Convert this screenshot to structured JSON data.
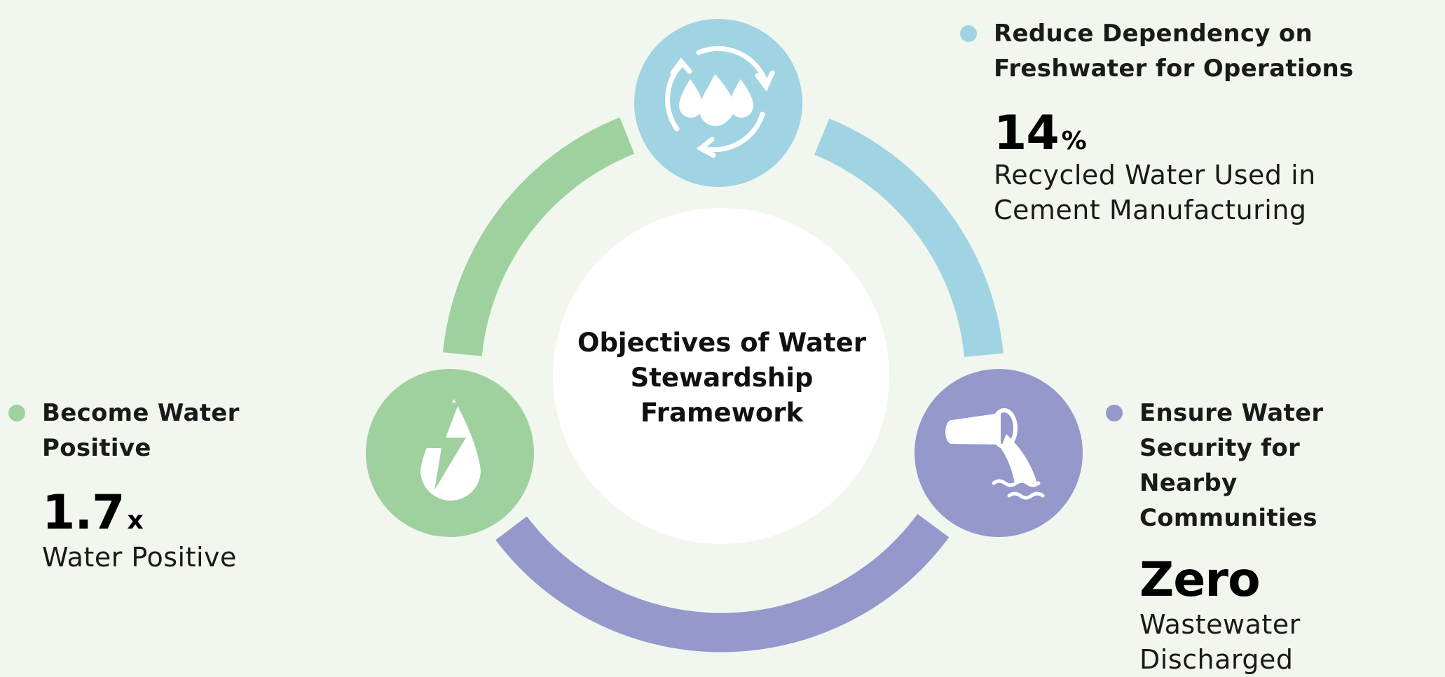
{
  "center_title": "Objectives of Water Stewardship Framework",
  "colors": {
    "background": "#f1f7ef",
    "blue": "#a0d4e3",
    "purple": "#9598cb",
    "green": "#9fd19f",
    "center": "#ffffff"
  },
  "nodes": [
    {
      "icon": "water-recycle-icon",
      "color": "#a0d4e3"
    },
    {
      "icon": "discharge-pipe-icon",
      "color": "#9598cb"
    },
    {
      "icon": "water-energy-icon",
      "color": "#9fd19f"
    }
  ],
  "objectives": {
    "freshwater": {
      "heading": "Reduce Dependency on Freshwater for Operations",
      "stat_value": "14",
      "stat_unit": "%",
      "description": "Recycled Water Used in Cement Manufacturing"
    },
    "community": {
      "heading": "Ensure Water Security for Nearby Communities",
      "stat_value": "Zero",
      "stat_unit": "",
      "description": "Wastewater Discharged"
    },
    "positive": {
      "heading": "Become Water Positive",
      "stat_value": "1.7",
      "stat_unit": "x",
      "description": "Water Positive"
    }
  }
}
